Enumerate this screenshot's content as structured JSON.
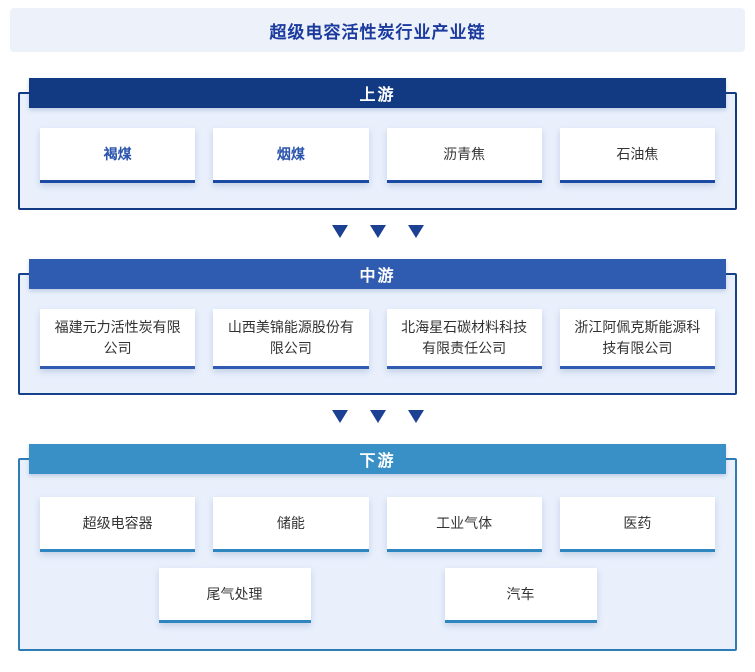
{
  "title": "超级电容活性炭行业产业链",
  "colors": {
    "title_bg": "#edf2fa",
    "title_text": "#1b3a9e",
    "upstream_header": "#123a82",
    "upstream_border": "#123a82",
    "upstream_card_accent": "#1a4aa3",
    "midstream_header": "#2f5cb0",
    "midstream_border": "#16418c",
    "midstream_card_accent": "#2f5cb0",
    "downstream_header": "#3990c6",
    "downstream_border": "#2e7cb5",
    "downstream_card_accent": "#2e86c0",
    "box_fill": "#e9f0fc",
    "card_text": "#333333",
    "card_link_text": "#2b55ad",
    "arrow": "#1c4093"
  },
  "tiers": [
    {
      "name": "上游",
      "rows": [
        [
          {
            "label": "褐煤",
            "highlighted": true
          },
          {
            "label": "烟煤",
            "highlighted": true
          },
          {
            "label": "沥青焦"
          },
          {
            "label": "石油焦"
          }
        ]
      ]
    },
    {
      "name": "中游",
      "rows": [
        [
          {
            "label": "福建元力活性炭有限公司"
          },
          {
            "label": "山西美锦能源股份有限公司"
          },
          {
            "label": "北海星石碳材料科技有限责任公司"
          },
          {
            "label": "浙江阿佩克斯能源科技有限公司"
          }
        ]
      ]
    },
    {
      "name": "下游",
      "rows": [
        [
          {
            "label": "超级电容器"
          },
          {
            "label": "储能"
          },
          {
            "label": "工业气体"
          },
          {
            "label": "医药"
          }
        ],
        [
          {
            "label": "尾气处理"
          },
          {
            "label": "汽车"
          }
        ]
      ]
    }
  ]
}
